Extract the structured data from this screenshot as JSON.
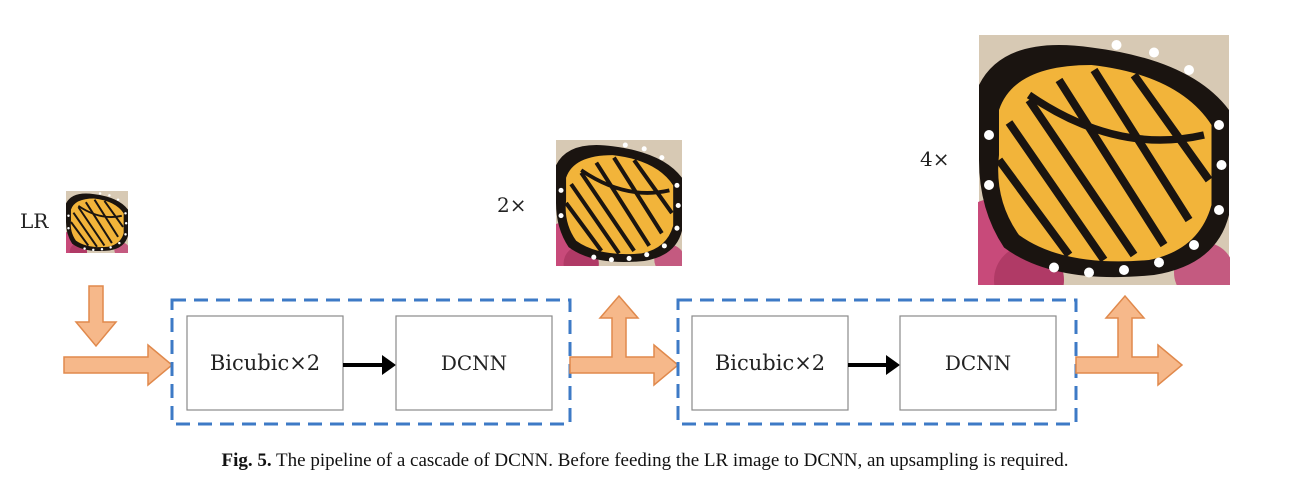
{
  "labels": {
    "lr": "LR",
    "scale_2x": "2×",
    "scale_4x": "4×"
  },
  "stages": [
    {
      "bicubic_label": "Bicubic×2",
      "dcnn_label": "DCNN"
    },
    {
      "bicubic_label": "Bicubic×2",
      "dcnn_label": "DCNN"
    }
  ],
  "caption": {
    "figure_label": "Fig. 5.",
    "text": "The pipeline of a cascade of DCNN. Before feeding the LR image to DCNN, an upsampling is required."
  },
  "colors": {
    "arrow_fill": "#f6b88a",
    "arrow_stroke": "#e0894c",
    "dashed_border": "#3d7ac6",
    "box_border": "#8a8a8a",
    "wing_yellow": "#f2b43a",
    "wing_black": "#1a1410",
    "flower_pink": "#c84a7a"
  }
}
